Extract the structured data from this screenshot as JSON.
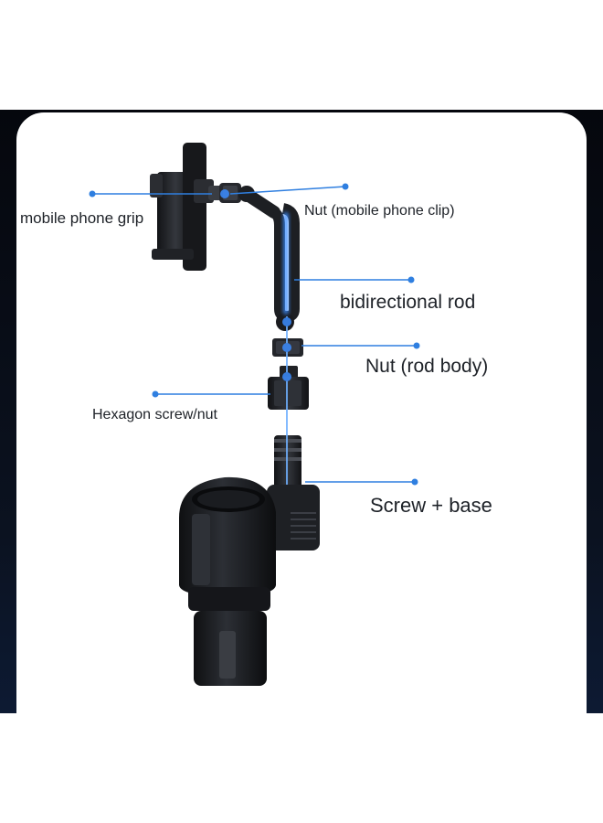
{
  "labels": {
    "mobile_phone_grip": "mobile phone grip",
    "nut_mobile_phone_clip": "Nut (mobile phone clip)",
    "bidirectional_rod": "bidirectional rod",
    "nut_rod_body": "Nut (rod body)",
    "hexagon_screw_nut": "Hexagon screw/nut",
    "screw_base": "Screw + base"
  },
  "colors": {
    "leader_line": "#2f7fe0",
    "highlight": "#3b8cff",
    "part_dark": "#1a1c20",
    "part_mid": "#2a2d33",
    "frame": "#05070d"
  }
}
